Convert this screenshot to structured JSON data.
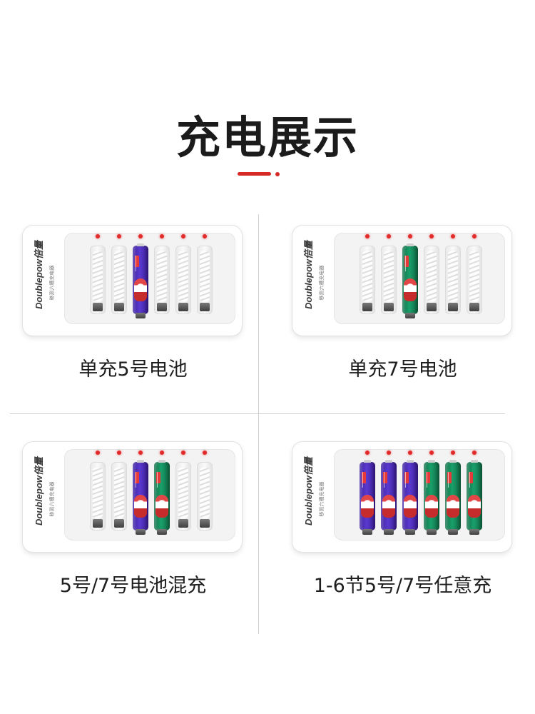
{
  "title": "充电展示",
  "brand": {
    "name": "Doublepow倍量",
    "subtitle": "移测六槽充电器"
  },
  "colors": {
    "accent": "#d62a26",
    "led": "#e32a2a",
    "battery_aa": "#4b2dbd",
    "battery_aaa": "#17915f"
  },
  "panels": [
    {
      "caption": "单充5号电池",
      "slots": [
        "empty",
        "empty",
        "purple",
        "empty",
        "empty",
        "empty"
      ]
    },
    {
      "caption": "单充7号电池",
      "slots": [
        "empty",
        "empty",
        "green",
        "empty",
        "empty",
        "empty"
      ]
    },
    {
      "caption": "5号/7号电池混充",
      "slots": [
        "empty",
        "empty",
        "purple",
        "green",
        "empty",
        "empty"
      ]
    },
    {
      "caption": "1-6节5号/7号任意充",
      "slots": [
        "purple",
        "purple",
        "purple",
        "green",
        "green",
        "green"
      ]
    }
  ]
}
